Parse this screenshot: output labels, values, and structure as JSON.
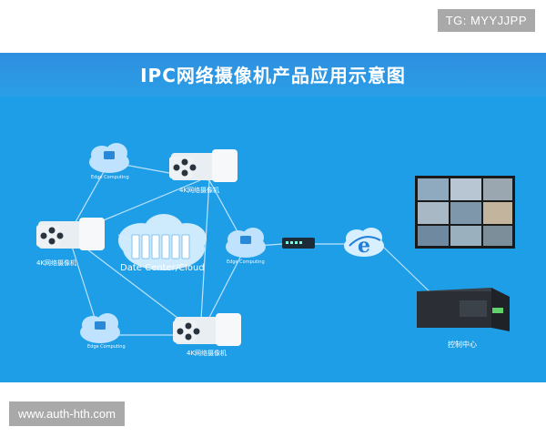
{
  "badge": "TG: MYYJJPP",
  "title": "IPC网络摄像机产品应用示意图",
  "labels": {
    "camera_top": "4K网络摄像机",
    "camera_left": "4K网络摄像机",
    "camera_bottom": "4K网络摄像机",
    "edge_top": "Edge Computing",
    "edge_right": "Edge Computing",
    "edge_bottom": "Edge Computing",
    "datacenter": "Date Center/Cloud",
    "control_center": "控制中心"
  },
  "watermark": "www.auth-hth.com",
  "colors": {
    "panel_bg": "#1e9ee6",
    "title_bar": "#2f8fe0",
    "line": "#cfeaff",
    "cloud": "#bfe3ff"
  }
}
